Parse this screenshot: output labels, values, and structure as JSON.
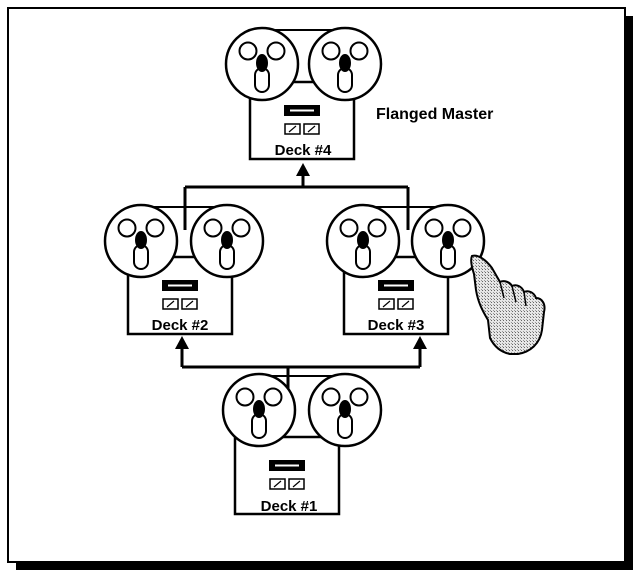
{
  "diagram": {
    "decks": [
      {
        "id": "deck1",
        "label": "Deck #1"
      },
      {
        "id": "deck2",
        "label": "Deck #2"
      },
      {
        "id": "deck3",
        "label": "Deck #3"
      },
      {
        "id": "deck4",
        "label": "Deck #4"
      }
    ],
    "output_label": "Flanged Master",
    "connections": [
      {
        "from": "deck1",
        "to": "deck2"
      },
      {
        "from": "deck1",
        "to": "deck3"
      },
      {
        "from": "deck2",
        "to": "deck4"
      },
      {
        "from": "deck3",
        "to": "deck4"
      }
    ],
    "hand_touching": "deck3"
  },
  "colors": {
    "ink": "#000000",
    "paper": "#ffffff",
    "hand_fill": "#d4d4d4"
  },
  "icons": {
    "hand": "pointing-hand-icon",
    "reel": "tape-reel-icon"
  }
}
